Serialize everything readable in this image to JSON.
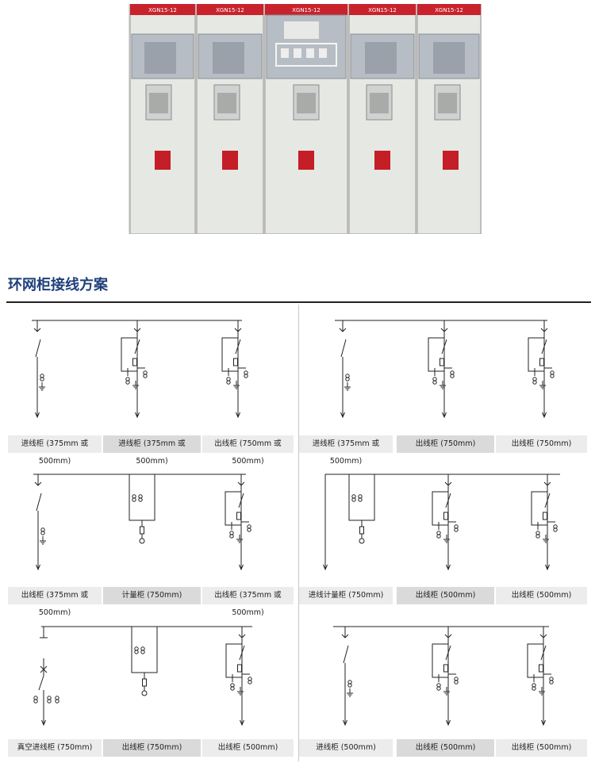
{
  "photo": {
    "cabinet_labels": [
      "XGN15-12",
      "XGN15-12",
      "XGN15-12",
      "XGN15-12",
      "XGN15-12"
    ]
  },
  "section": {
    "title": "环网柜接线方案"
  },
  "schemes": [
    {
      "captions": [
        "进线柜 (375mm 或 500mm)",
        "进线柜 (375mm 或 500mm)",
        "出线柜 (750mm 或 500mm)"
      ]
    },
    {
      "captions": [
        "进线柜 (375mm 或 500mm)",
        "出线柜 (750mm)",
        "出线柜 (750mm)"
      ]
    },
    {
      "captions": [
        "出线柜 (375mm 或 500mm)",
        "计量柜 (750mm)",
        "出线柜 (375mm 或 500mm)"
      ]
    },
    {
      "captions": [
        "进线计量柜 (750mm)",
        "出线柜 (500mm)",
        "出线柜 (500mm)"
      ]
    },
    {
      "captions": [
        "真空进线柜 (750mm)",
        "出线柜 (750mm)",
        "出线柜 (500mm)"
      ]
    },
    {
      "captions": [
        "进线柜 (500mm)",
        "出线柜 (500mm)",
        "出线柜 (500mm)"
      ]
    }
  ]
}
